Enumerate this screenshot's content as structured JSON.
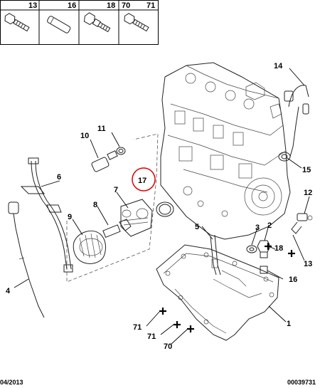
{
  "header_parts": [
    "13",
    "16",
    "18",
    "70",
    "71"
  ],
  "callouts": {
    "p1": "1",
    "p2": "2",
    "p3": "3",
    "p4": "4",
    "p5": "5",
    "p6": "6",
    "p7": "7",
    "p8": "8",
    "p9": "9",
    "p10": "10",
    "p11": "11",
    "p12": "12",
    "p13": "13",
    "p14": "14",
    "p15": "15",
    "p16": "16",
    "p17": "17",
    "p18": "18",
    "p70": "70",
    "p71a": "71",
    "p71b": "71"
  },
  "footer": {
    "date": "04/2013",
    "ref": "00039731"
  },
  "highlight_color": "#e00000"
}
